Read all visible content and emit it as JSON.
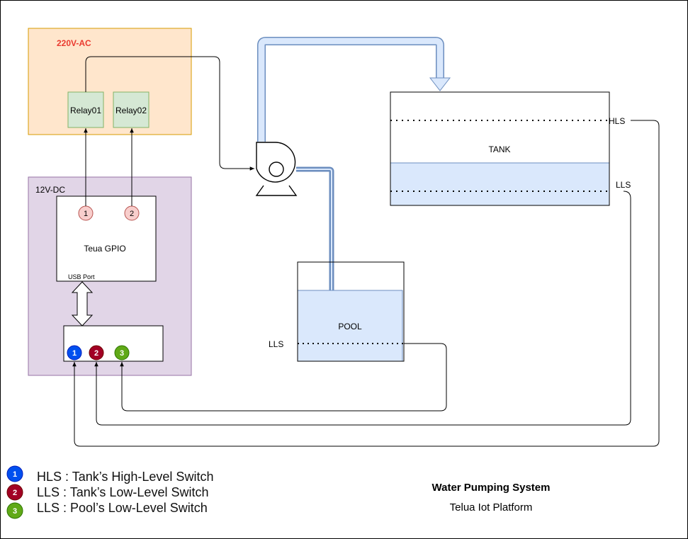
{
  "diagram": {
    "ac_panel": {
      "label": "220V-AC"
    },
    "relay1": {
      "label": "Relay01"
    },
    "relay2": {
      "label": "Relay02"
    },
    "dc_panel": {
      "label": "12V-DC"
    },
    "gpio": {
      "label": "Teua GPIO",
      "port_label": "USB Port",
      "pin1": "1",
      "pin2": "2"
    },
    "controller": {
      "in1": "1",
      "in2": "2",
      "in3": "3"
    },
    "tank": {
      "label": "TANK",
      "hls": "HLS",
      "lls": "LLS"
    },
    "pool": {
      "label": "POOL",
      "lls": "LLS"
    },
    "colors": {
      "ac_fill": "#ffe6cc",
      "ac_stroke": "#d79b00",
      "dc_fill": "#e1d5e7",
      "dc_stroke": "#9673a6",
      "relay_fill": "#d5e8d4",
      "relay_stroke": "#82b366",
      "water": "#dae8fc",
      "pipe_stroke": "#6c8ebf",
      "pin_fill": "#f8cecc",
      "pin_stroke": "#b85450",
      "switch1": "#0050ef",
      "switch2": "#a20025",
      "switch3": "#60a917"
    }
  },
  "legend": [
    {
      "num": "1",
      "text": "HLS : Tank’s High-Level Switch"
    },
    {
      "num": "2",
      "text": "LLS : Tank’s Low-Level Switch"
    },
    {
      "num": "3",
      "text": "LLS : Pool’s Low-Level Switch"
    }
  ],
  "footer": {
    "title": "Water Pumping System",
    "subtitle": "Telua Iot Platform"
  }
}
